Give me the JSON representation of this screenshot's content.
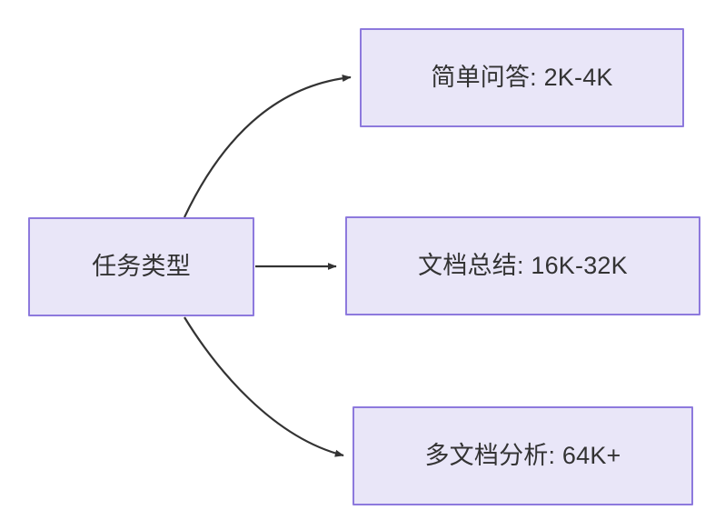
{
  "diagram": {
    "type": "flowchart",
    "orientation": "left-to-right",
    "background_color": "#ffffff",
    "node_fill_color": "#e9e6f8",
    "node_border_color": "#8d79dd",
    "text_color": "#333333",
    "edge_color": "#333333",
    "root": {
      "id": "root",
      "label": "任务类型"
    },
    "children": [
      {
        "id": "child-0",
        "label": "简单问答: 2K-4K",
        "edge_style": "curved"
      },
      {
        "id": "child-1",
        "label": "文档总结: 16K-32K",
        "edge_style": "straight"
      },
      {
        "id": "child-2",
        "label": "多文档分析: 64K+",
        "edge_style": "curved"
      }
    ]
  }
}
